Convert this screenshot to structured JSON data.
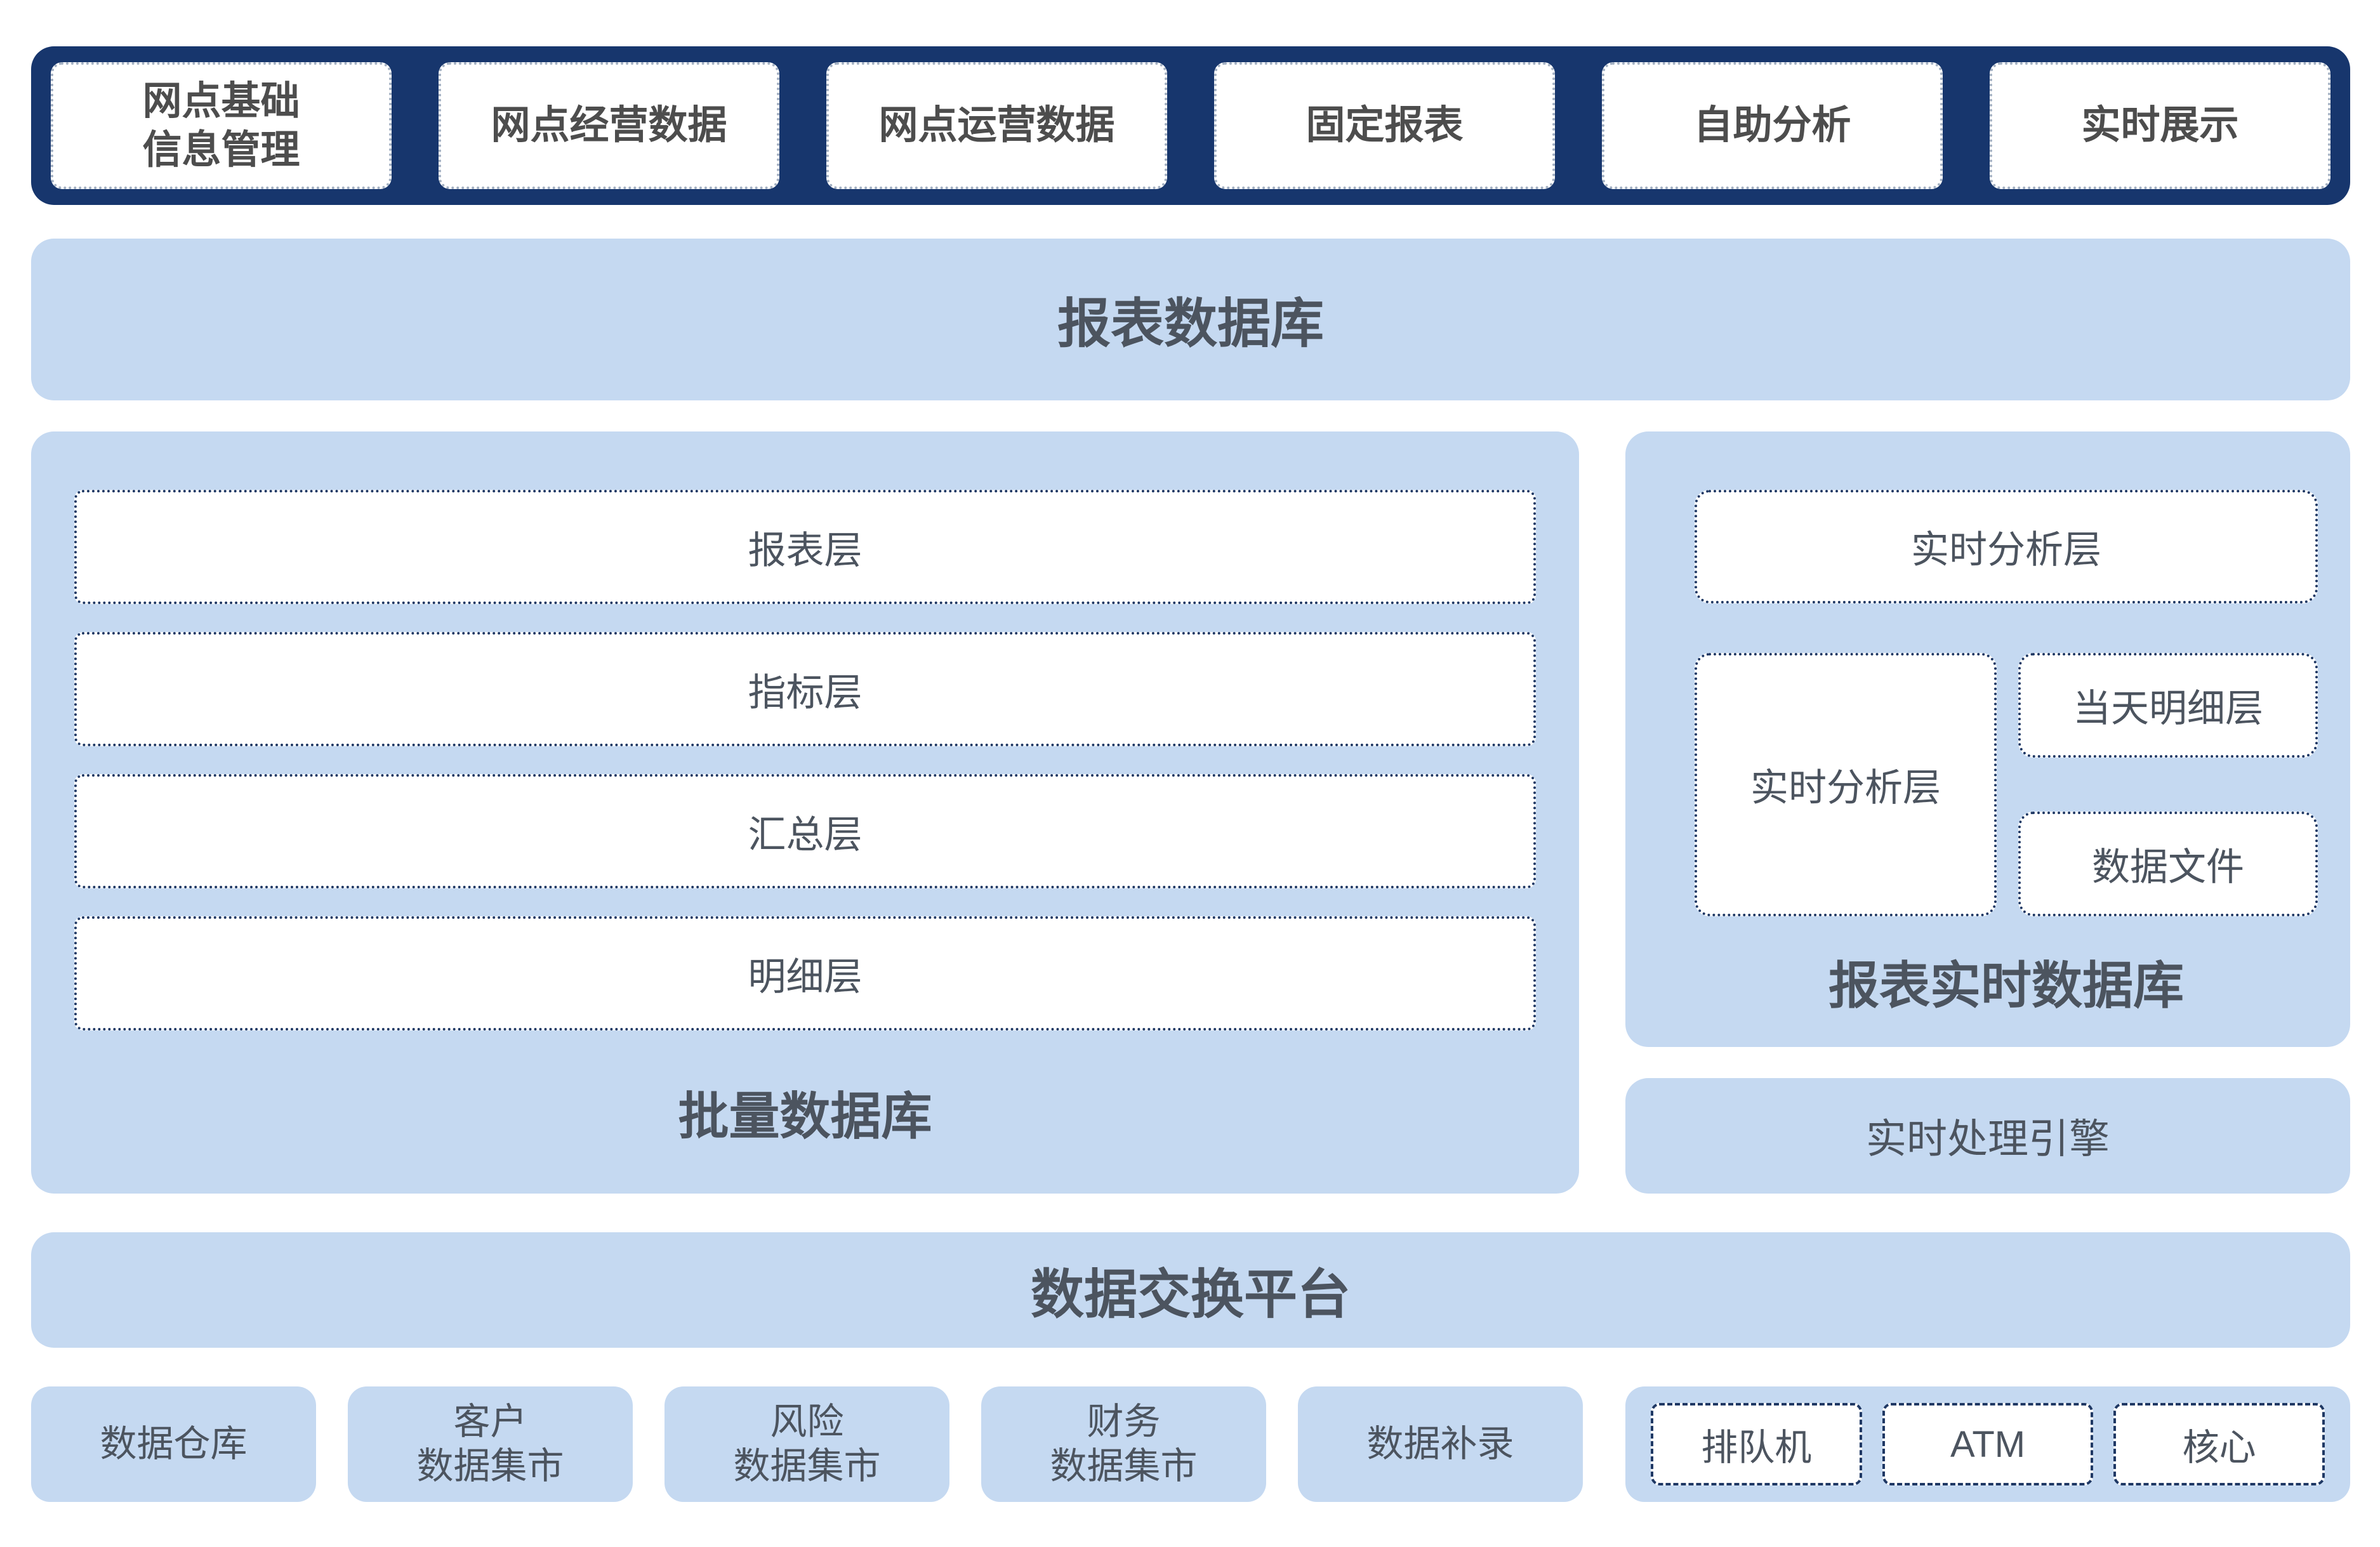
{
  "colors": {
    "navy_bar": "#17366d",
    "panel_blue": "#c5d9f1",
    "text": "#4c545f",
    "box_border": "#1f3864",
    "box_fill": "#ffffff"
  },
  "top_bar": {
    "items": [
      "网点基础\n信息管理",
      "网点经营数据",
      "网点运营数据",
      "固定报表",
      "自助分析",
      "实时展示"
    ]
  },
  "report_db_band": {
    "label": "报表数据库"
  },
  "batch_panel": {
    "layers": [
      "报表层",
      "指标层",
      "汇总层",
      "明细层"
    ],
    "caption": "批量数据库"
  },
  "realtime_panel": {
    "analysis_layer_top": "实时分析层",
    "analysis_layer_left": "实时分析层",
    "today_detail": "当天明细层",
    "data_file": "数据文件",
    "caption": "报表实时数据库"
  },
  "realtime_engine_band": {
    "label": "实时处理引擎"
  },
  "data_exchange_band": {
    "label": "数据交换平台"
  },
  "bottom_row": {
    "sources": [
      "数据仓库",
      "客户\n数据集市",
      "风险\n数据集市",
      "财务\n数据集市",
      "数据补录"
    ],
    "channels": [
      "排队机",
      "ATM",
      "核心"
    ]
  }
}
